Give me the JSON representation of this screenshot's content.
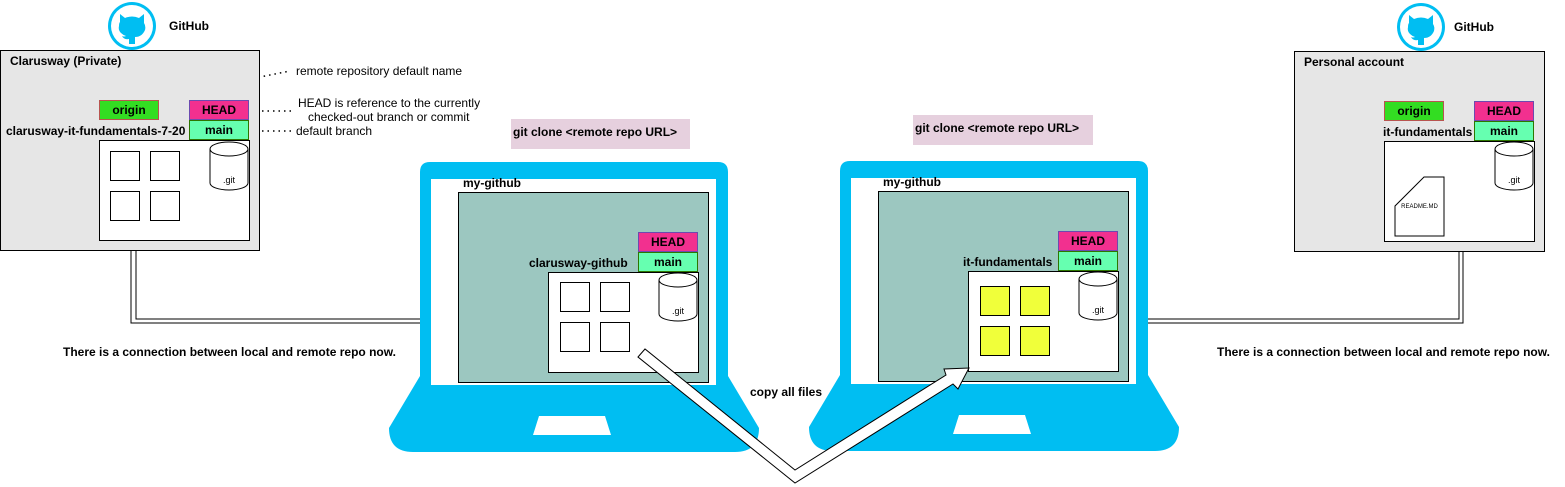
{
  "colors": {
    "laptop": "#00bef2",
    "screen": "#9cc7c0",
    "panel": "#e6e6e6",
    "origin_tag": "#33dd22",
    "head_tag": "#f2308f",
    "main_tag": "#66ffb0",
    "command_bg": "#e6d0de",
    "copied_file": "#f0ff3a"
  },
  "icons": [
    "github-octocat-icon",
    "laptop-icon",
    "database-cylinder-icon",
    "document-icon"
  ],
  "left_remote": {
    "github_label": "GitHub",
    "panel_title": "Clarusway (Private)",
    "origin": "origin",
    "head": "HEAD",
    "main": "main",
    "repo_name": "clarusway-it-fundamentals-7-20",
    "git_label": ".git",
    "file_count": 4
  },
  "right_remote": {
    "github_label": "GitHub",
    "panel_title": "Personal account",
    "origin": "origin",
    "head": "HEAD",
    "main": "main",
    "repo_name": "it-fundamentals",
    "git_label": ".git",
    "readme": "README.MD"
  },
  "annotations": {
    "origin_note": "remote repository default name",
    "head_note_line1": "HEAD is reference to the currently",
    "head_note_line2": "checked-out branch or commit",
    "main_note": "default branch"
  },
  "left_laptop": {
    "command": "git clone <remote repo URL>",
    "folder": "my-github",
    "repo_name": "clarusway-github",
    "head": "HEAD",
    "main": "main",
    "git_label": ".git",
    "file_count": 4
  },
  "right_laptop": {
    "command": "git clone <remote repo URL>",
    "folder": "my-github",
    "repo_name": "it-fundamentals",
    "head": "HEAD",
    "main": "main",
    "git_label": ".git",
    "file_count": 4
  },
  "connection_left": "There is a connection between local and remote repo now.",
  "connection_right": "There is a connection between local and remote repo now.",
  "copy_label": "copy all files"
}
